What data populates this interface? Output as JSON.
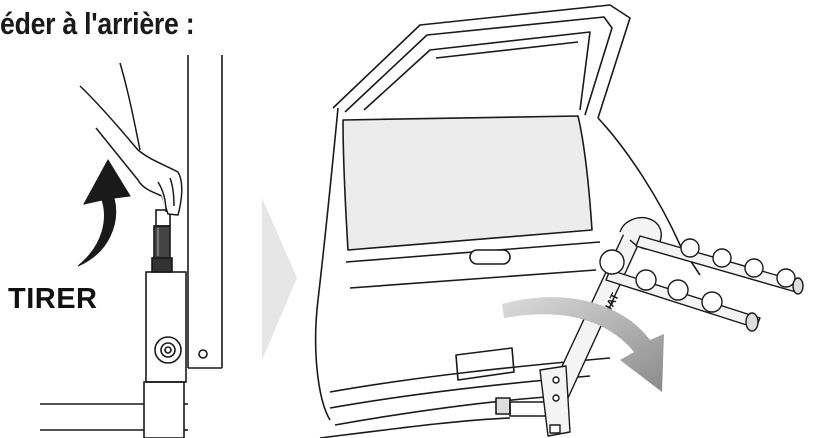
{
  "heading": "éder à l'arrière :",
  "pull_label": "TIRER",
  "rack_brand": "KUAT",
  "colors": {
    "line": "#1a1a1a",
    "window_tint": "#ececec",
    "arrow_gradient_start": "#d9d9d9",
    "arrow_gradient_end": "#8a8a8a",
    "step_chevron": "#e6e6e6"
  },
  "icons": [
    "hand-pull-illustration",
    "curved-up-arrow-icon",
    "step-chevron-icon",
    "tilt-arrow-icon"
  ]
}
